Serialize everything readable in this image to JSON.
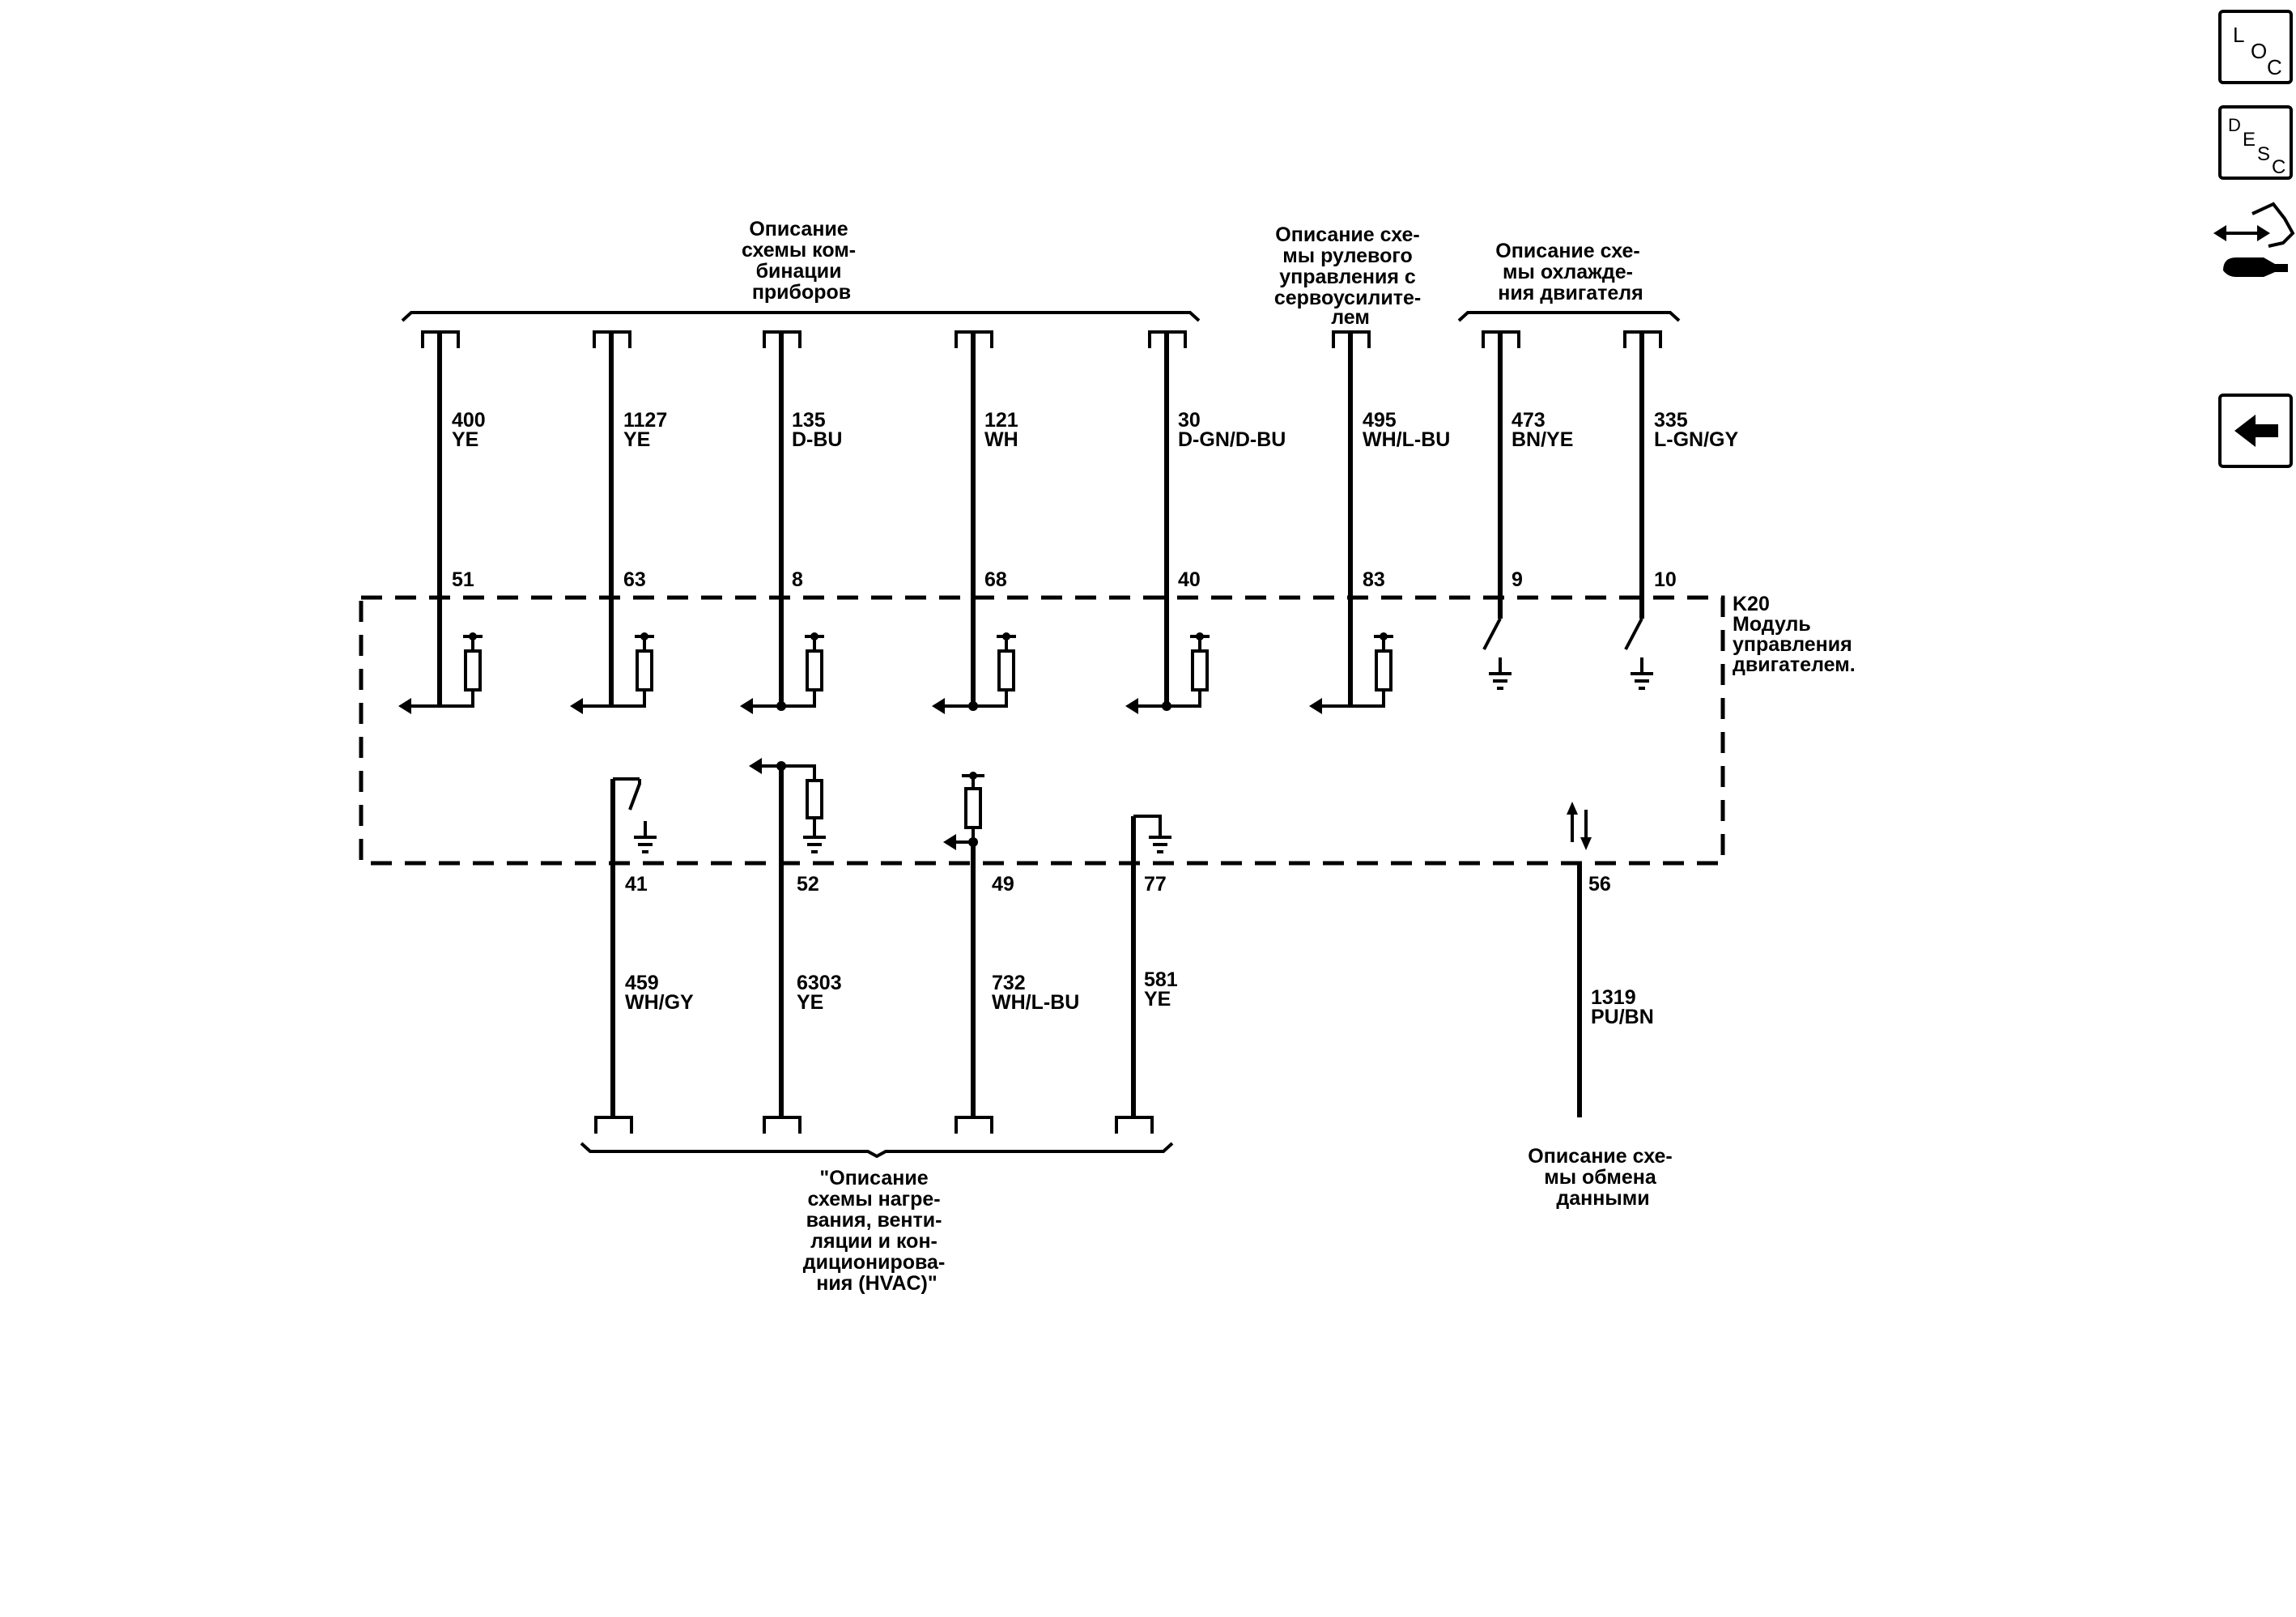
{
  "module": {
    "code": "K20",
    "name_lines": [
      "Модуль",
      "управления",
      "двигателем."
    ]
  },
  "groups": {
    "instrument": [
      "Описание",
      "схемы ком-",
      "бинации",
      "приборов"
    ],
    "steering": [
      "Описание схе-",
      "мы рулевого",
      "управления с",
      "сервоусилите-",
      "лем"
    ],
    "cooling": [
      "Описание схе-",
      "мы охлажде-",
      "ния двигателя"
    ],
    "hvac": [
      "\"Описание",
      "схемы нагре-",
      "вания, венти-",
      "ляции и кон-",
      "диционирова-",
      "ния (HVAC)\""
    ],
    "data": [
      "Описание схе-",
      "мы обмена",
      "данными"
    ]
  },
  "top_circuits": [
    {
      "circuit": "400",
      "color": "YE",
      "pin": "51"
    },
    {
      "circuit": "1127",
      "color": "YE",
      "pin": "63"
    },
    {
      "circuit": "135",
      "color": "D-BU",
      "pin": "8"
    },
    {
      "circuit": "121",
      "color": "WH",
      "pin": "68"
    },
    {
      "circuit": "30",
      "color": "D-GN/D-BU",
      "pin": "40"
    },
    {
      "circuit": "495",
      "color": "WH/L-BU",
      "pin": "83"
    },
    {
      "circuit": "473",
      "color": "BN/YE",
      "pin": "9"
    },
    {
      "circuit": "335",
      "color": "L-GN/GY",
      "pin": "10"
    }
  ],
  "bottom_circuits": [
    {
      "circuit": "459",
      "color": "WH/GY",
      "pin": "41"
    },
    {
      "circuit": "6303",
      "color": "YE",
      "pin": "52"
    },
    {
      "circuit": "732",
      "color": "WH/L-BU",
      "pin": "49"
    },
    {
      "circuit": "581",
      "color": "YE",
      "pin": "77"
    },
    {
      "circuit": "1319",
      "color": "PU/BN",
      "pin": "56"
    }
  ],
  "nav": {
    "loc": {
      "l": "L",
      "o": "O",
      "c": "C"
    },
    "desc": {
      "d": "D",
      "e": "E",
      "s": "S",
      "c": "C"
    },
    "connector_icon": "connector-icon",
    "back_icon": "back-arrow-icon"
  }
}
